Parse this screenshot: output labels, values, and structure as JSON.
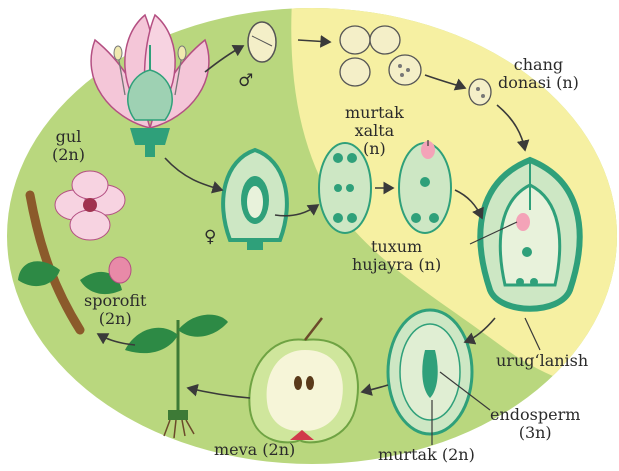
{
  "colors": {
    "haploid_zone": "#f6f0a2",
    "diploid_zone": "#b9d77e",
    "tissue_green": "#2fa07a",
    "tissue_light": "#cde7c4",
    "petal_pink": "#f4c6d8",
    "petal_stroke": "#b44f82",
    "arrow": "#3a3a3a"
  },
  "labels": {
    "gul": [
      "gul",
      "(2n)"
    ],
    "chang_donasi": [
      "chang",
      "donasi (n)"
    ],
    "murtak_xalta": [
      "murtak",
      "xalta",
      "(n)"
    ],
    "tuxum_hujayra": [
      "tuxum",
      "hujayra (n)"
    ],
    "sporofit": [
      "sporofit",
      "(2n)"
    ],
    "urugʻlanish": "urugʻlanish",
    "endosperm": [
      "endosperm",
      "(3n)"
    ],
    "meva": "meva (2n)",
    "murtak": "murtak (2n)",
    "male_symbol": "♂",
    "female_symbol": "♀"
  }
}
